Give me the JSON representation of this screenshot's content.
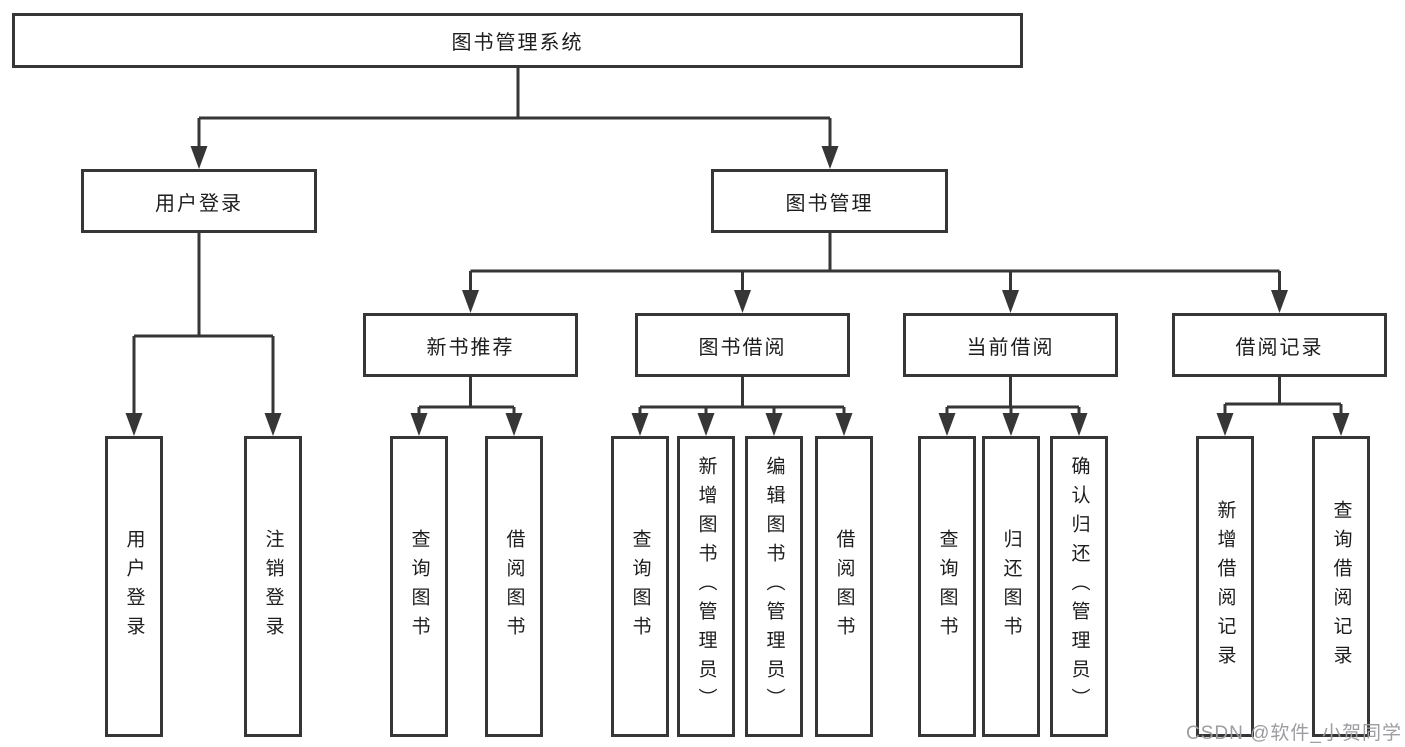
{
  "tree": {
    "label": "图书管理系统",
    "children": [
      {
        "label": "用户登录",
        "children": [
          {
            "label": "用户登录"
          },
          {
            "label": "注销登录"
          }
        ]
      },
      {
        "label": "图书管理",
        "children": [
          {
            "label": "新书推荐",
            "children": [
              {
                "label": "查询图书"
              },
              {
                "label": "借阅图书"
              }
            ]
          },
          {
            "label": "图书借阅",
            "children": [
              {
                "label": "查询图书"
              },
              {
                "label": "新增图书（管理员）"
              },
              {
                "label": "编辑图书（管理员）"
              },
              {
                "label": "借阅图书"
              }
            ]
          },
          {
            "label": "当前借阅",
            "children": [
              {
                "label": "查询图书"
              },
              {
                "label": "归还图书"
              },
              {
                "label": "确认归还（管理员）"
              }
            ]
          },
          {
            "label": "借阅记录",
            "children": [
              {
                "label": "新增借阅记录"
              },
              {
                "label": "查询借阅记录"
              }
            ]
          }
        ]
      }
    ]
  },
  "watermark": {
    "text": "CSDN @软件_小贺同学"
  },
  "colors": {
    "line": "#363636",
    "text": "#1d1d1f",
    "watermark": "#9d9da1",
    "background": "#ffffff"
  }
}
